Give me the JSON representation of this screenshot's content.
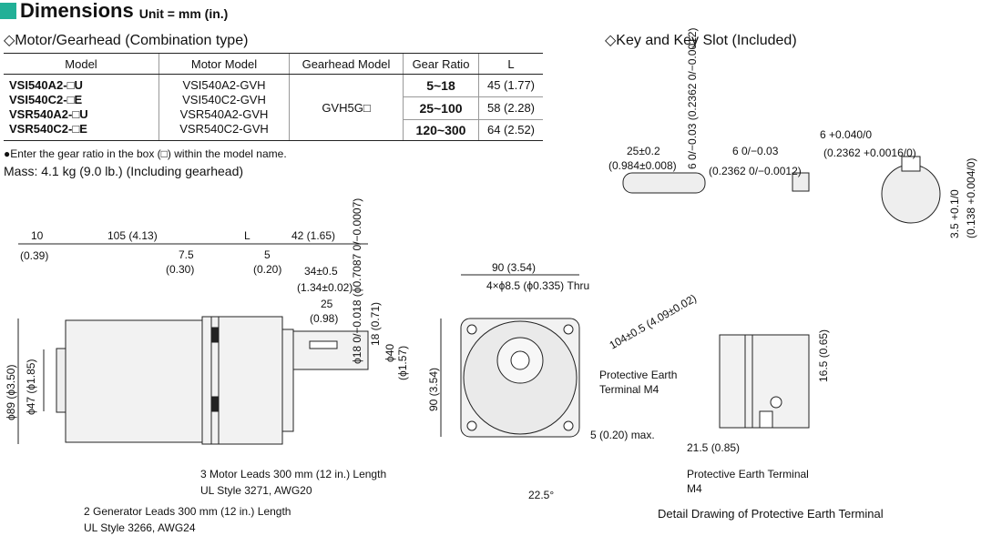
{
  "header": {
    "title": "Dimensions",
    "unit": "Unit = mm (in.)"
  },
  "motor_section": {
    "title": "◇Motor/Gearhead (Combination type)"
  },
  "key_section": {
    "title": "◇Key and Key Slot (Included)"
  },
  "table": {
    "headers": [
      "Model",
      "Motor Model",
      "Gearhead Model",
      "Gear Ratio",
      "L"
    ],
    "models": [
      "VSI540A2-□U",
      "VSI540C2-□E",
      "VSR540A2-□U",
      "VSR540C2-□E"
    ],
    "motor_models": [
      "VSI540A2-GVH",
      "VSI540C2-GVH",
      "VSR540A2-GVH",
      "VSR540C2-GVH"
    ],
    "gearhead": "GVH5G□",
    "ratios": [
      "5~18",
      "25~100",
      "120~300"
    ],
    "lengths": [
      "45 (1.77)",
      "58 (2.28)",
      "64 (2.52)"
    ]
  },
  "note": "●Enter the gear ratio in the box (□) within the model name.",
  "mass": "Mass: 4.1 kg (9.0 lb.) (Including gearhead)",
  "dims": {
    "d10": "10",
    "d10_in": "(0.39)",
    "d105": "105 (4.13)",
    "dL": "L",
    "d42": "42 (1.65)",
    "d7_5": "7.5",
    "d7_5_in": "(0.30)",
    "d5": "5",
    "d5_in": "(0.20)",
    "d34": "34±0.5",
    "d34_in": "(1.34±0.02)",
    "d25": "25",
    "d25_in": "(0.98)",
    "shaft_d": "ϕ18 0/−0.018 (ϕ0.7087 0/−0.0007)",
    "d18": "18 (0.71)",
    "d40": "ϕ40",
    "d40_in": "(ϕ1.57)",
    "d89": "ϕ89 (ϕ3.50)",
    "d47": "ϕ47 (ϕ1.85)",
    "d90w": "90 (3.54)",
    "holes": "4×ϕ8.5 (ϕ0.335) Thru",
    "d104": "104±0.5 (4.09±0.02)",
    "d90h": "90 (3.54)",
    "pe_label": "Protective Earth",
    "pe_label2": "Terminal M4",
    "d5max": "5 (0.20) max.",
    "angle": "22.5°",
    "d16_5": "16.5 (0.65)",
    "d21_5": "21.5 (0.85)",
    "pe_detail": "Protective Earth Terminal",
    "pe_detail2": "M4",
    "key_25": "25±0.2",
    "key_25_in": "(0.984±0.008)",
    "key_6": "6 0/−0.03",
    "key_6_in": "(0.2362 0/−0.0012)",
    "key_6v": "6 0/−0.03 (0.2362 0/−0.0012)",
    "slot_6": "6 +0.040/0",
    "slot_6_in": "(0.2362 +0.0016/0)",
    "slot_3_5": "3.5 +0.1/0",
    "slot_3_5_in": "(0.138 +0.004/0)"
  },
  "leads": {
    "motor": "3 Motor Leads 300 mm (12 in.) Length",
    "motor_ul": "UL Style 3271, AWG20",
    "gen": "2 Generator Leads 300 mm (12 in.) Length",
    "gen_ul": "UL Style 3266, AWG24"
  },
  "detail_caption": "Detail Drawing of Protective Earth Terminal"
}
